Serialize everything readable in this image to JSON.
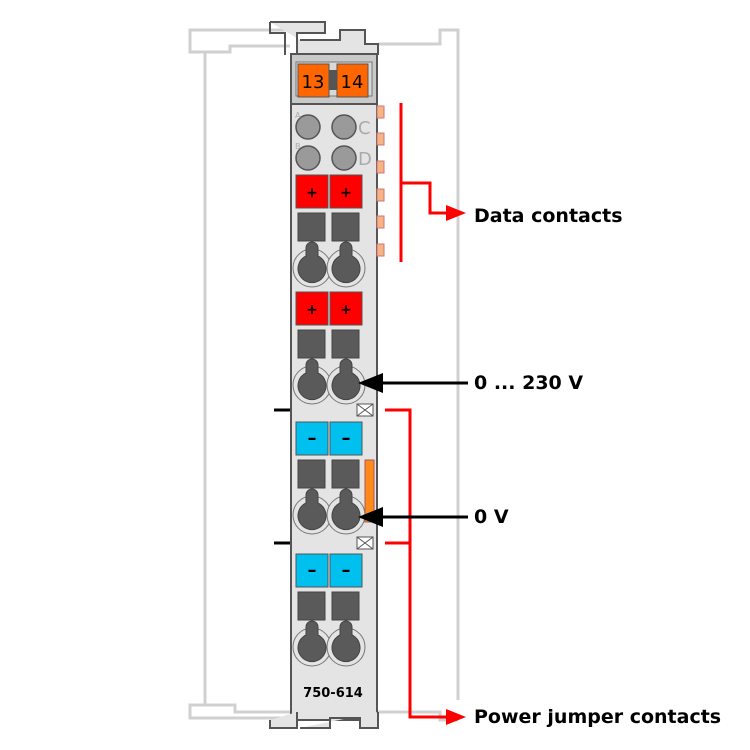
{
  "module": {
    "part_number": "750-614",
    "terminal_numbers": [
      "13",
      "14"
    ],
    "led_letters": [
      "A",
      "B",
      "C",
      "D"
    ],
    "plus_sign": "+",
    "minus_sign": "–"
  },
  "callouts": {
    "data_contacts": "Data contacts",
    "voltage_230": "0 ... 230 V",
    "voltage_0": "0 V",
    "power_jumper_contacts": "Power jumper contacts"
  },
  "colors": {
    "orange": "#ff6600",
    "red": "#ff0000",
    "blue": "#00c0f0",
    "body": "#e4e4e4",
    "dark": "#5a5a5a"
  }
}
